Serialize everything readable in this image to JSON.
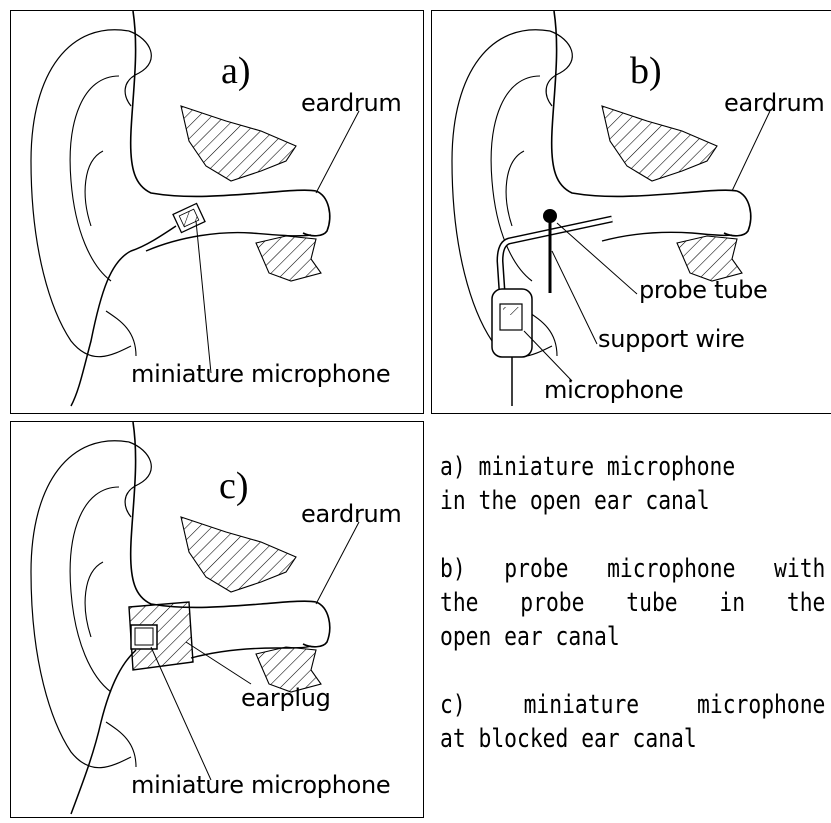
{
  "panels": {
    "a": {
      "tag": "a)",
      "labels": {
        "eardrum": "eardrum",
        "microphone": "miniature microphone"
      }
    },
    "b": {
      "tag": "b)",
      "labels": {
        "eardrum": "eardrum",
        "probe_tube": "probe tube",
        "support_wire": "support wire",
        "microphone": "microphone"
      }
    },
    "c": {
      "tag": "c)",
      "labels": {
        "eardrum": "eardrum",
        "earplug": "earplug",
        "microphone": "miniature microphone"
      }
    }
  },
  "captions": {
    "a": [
      "a) miniature microphone",
      "in the open ear canal"
    ],
    "b": [
      "b) probe microphone with",
      "the probe tube in the",
      "open ear canal"
    ],
    "c": [
      "c) miniature microphone",
      "at blocked ear canal"
    ]
  }
}
